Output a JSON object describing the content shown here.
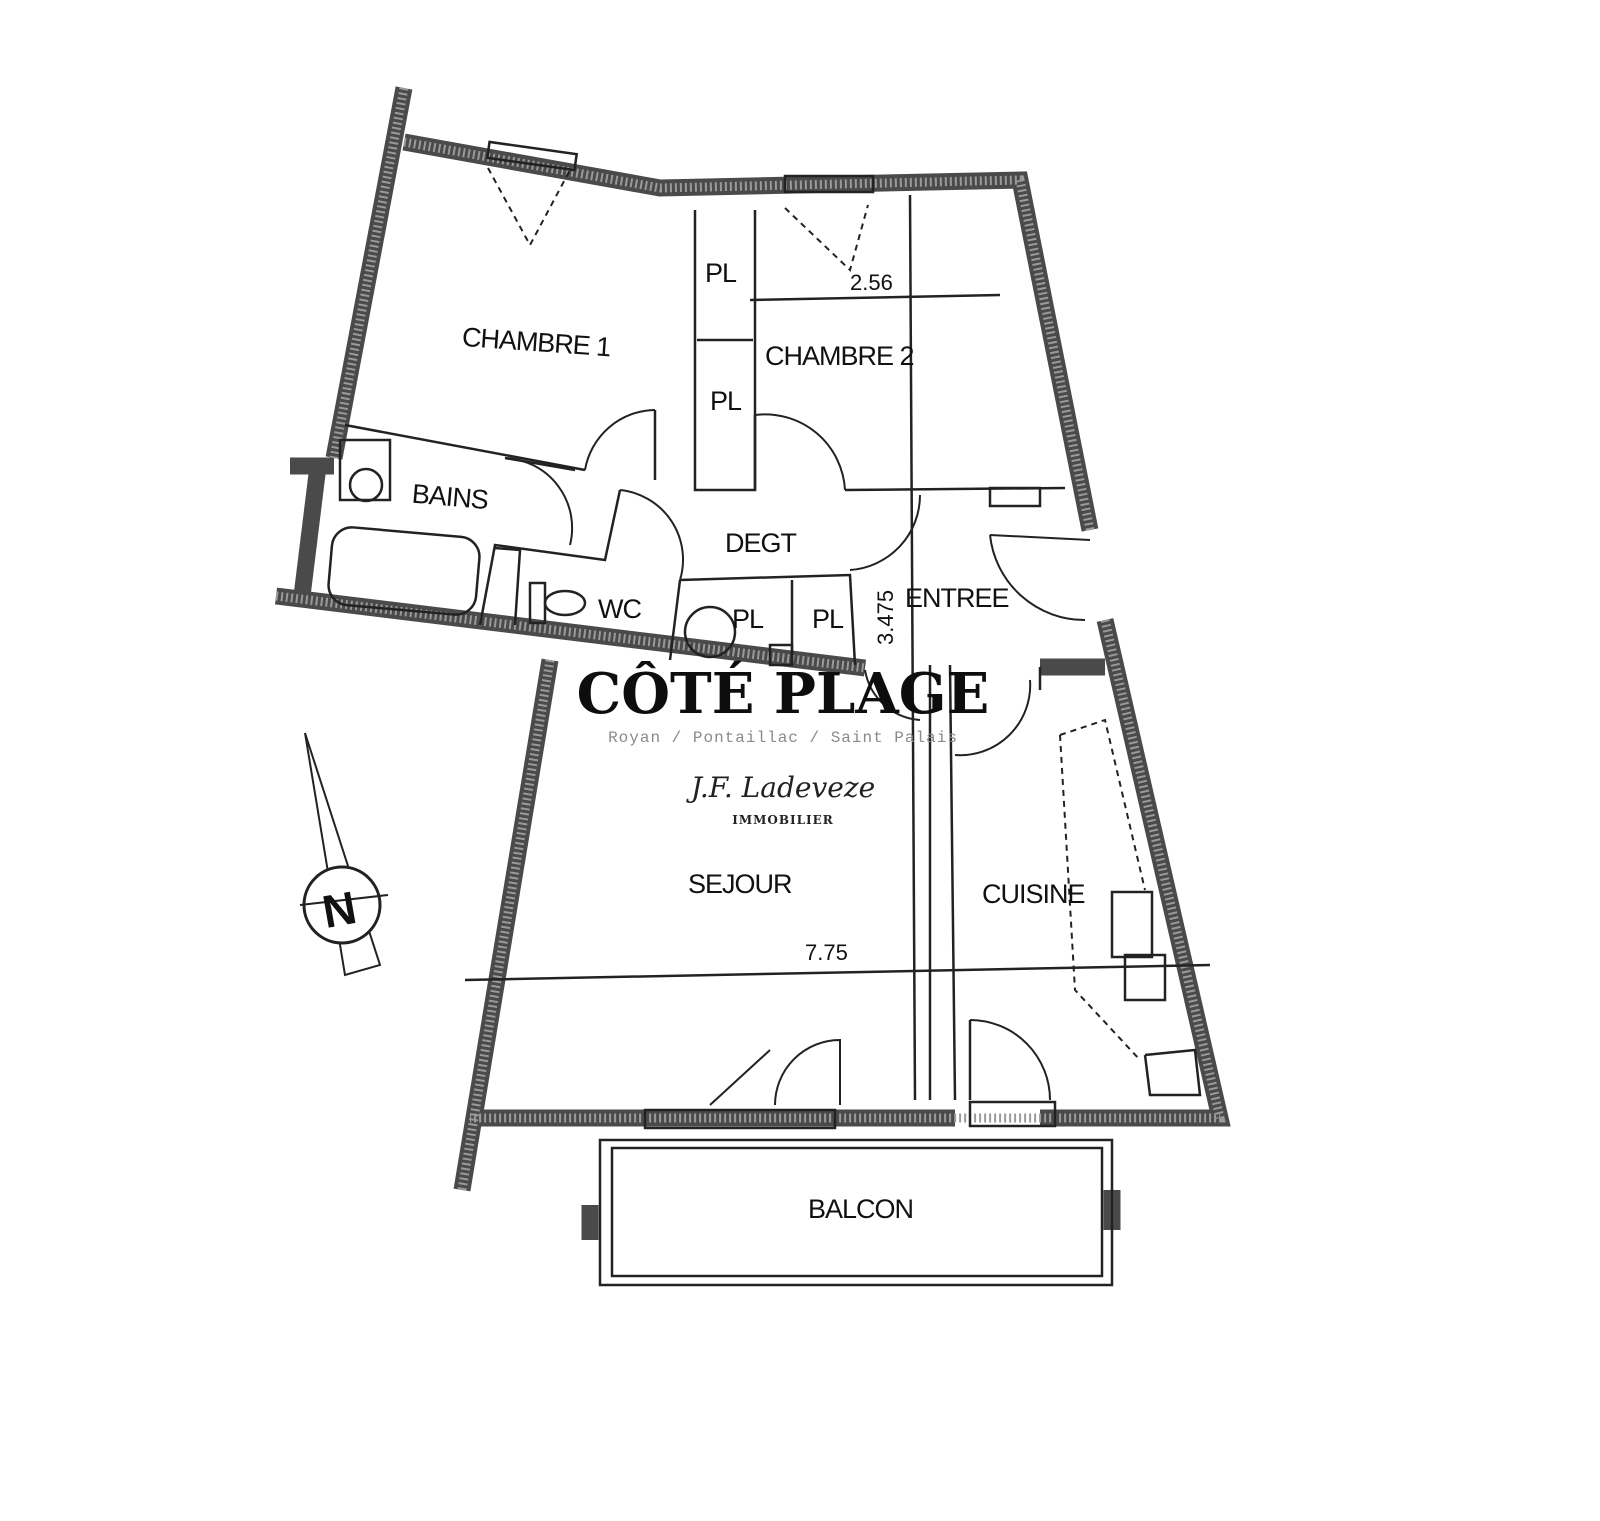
{
  "rooms": {
    "chambre1": "CHAMBRE 1",
    "chambre2": "CHAMBRE 2",
    "bains": "BAINS",
    "degt": "DEGT",
    "wc": "WC",
    "pl": "PL",
    "entree": "ENTREE",
    "sejour": "SEJOUR",
    "cuisine": "CUISINE",
    "balcon": "BALCON"
  },
  "dimensions": {
    "chambre2_width": "2.56",
    "entree_length": "3.475",
    "sejour_width": "7.75"
  },
  "compass": {
    "label": "N"
  },
  "watermark": {
    "title": "CÔTÉ PLAGE",
    "subtitle": "Royan / Pontaillac / Saint Palais",
    "signature": "J.F. Ladeveze",
    "tagline": "IMMOBILIER"
  }
}
